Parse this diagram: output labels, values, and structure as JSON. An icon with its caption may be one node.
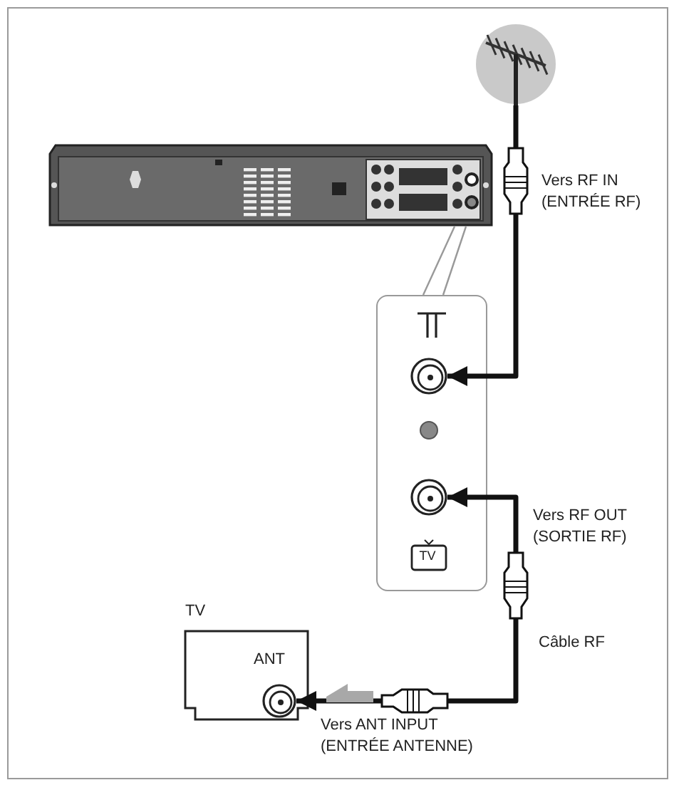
{
  "diagram": {
    "nodes": [
      {
        "text": [],
        "shape": "picture"
      },
      {
        "text": [],
        "shape": "picture"
      },
      {
        "text": [],
        "shape": "box"
      },
      {
        "text": [],
        "shape": "circle",
        "in": 2
      },
      {
        "text": [],
        "shape": "circle",
        "in": 2
      },
      {
        "text": [
          "TV",
          "ANT"
        ]
      },
      {
        "text": [],
        "shape": "circle",
        "in": 5
      }
    ],
    "edges": [
      {
        "from": 0,
        "to": 3,
        "arrow": "to",
        "label": "Vers RF IN (ENTRÉE RF)"
      },
      {
        "from": 4,
        "to": 6,
        "arrow": "both",
        "label": "Câble RF"
      },
      {
        "from": 2,
        "to": 1,
        "arrow": "none",
        "color": "#999999"
      }
    ],
    "labels": [
      "Vers RF OUT (SORTIE RF)",
      "TV",
      "Vers ANT INPUT (ENTRÉE ANTENNE)"
    ]
  }
}
